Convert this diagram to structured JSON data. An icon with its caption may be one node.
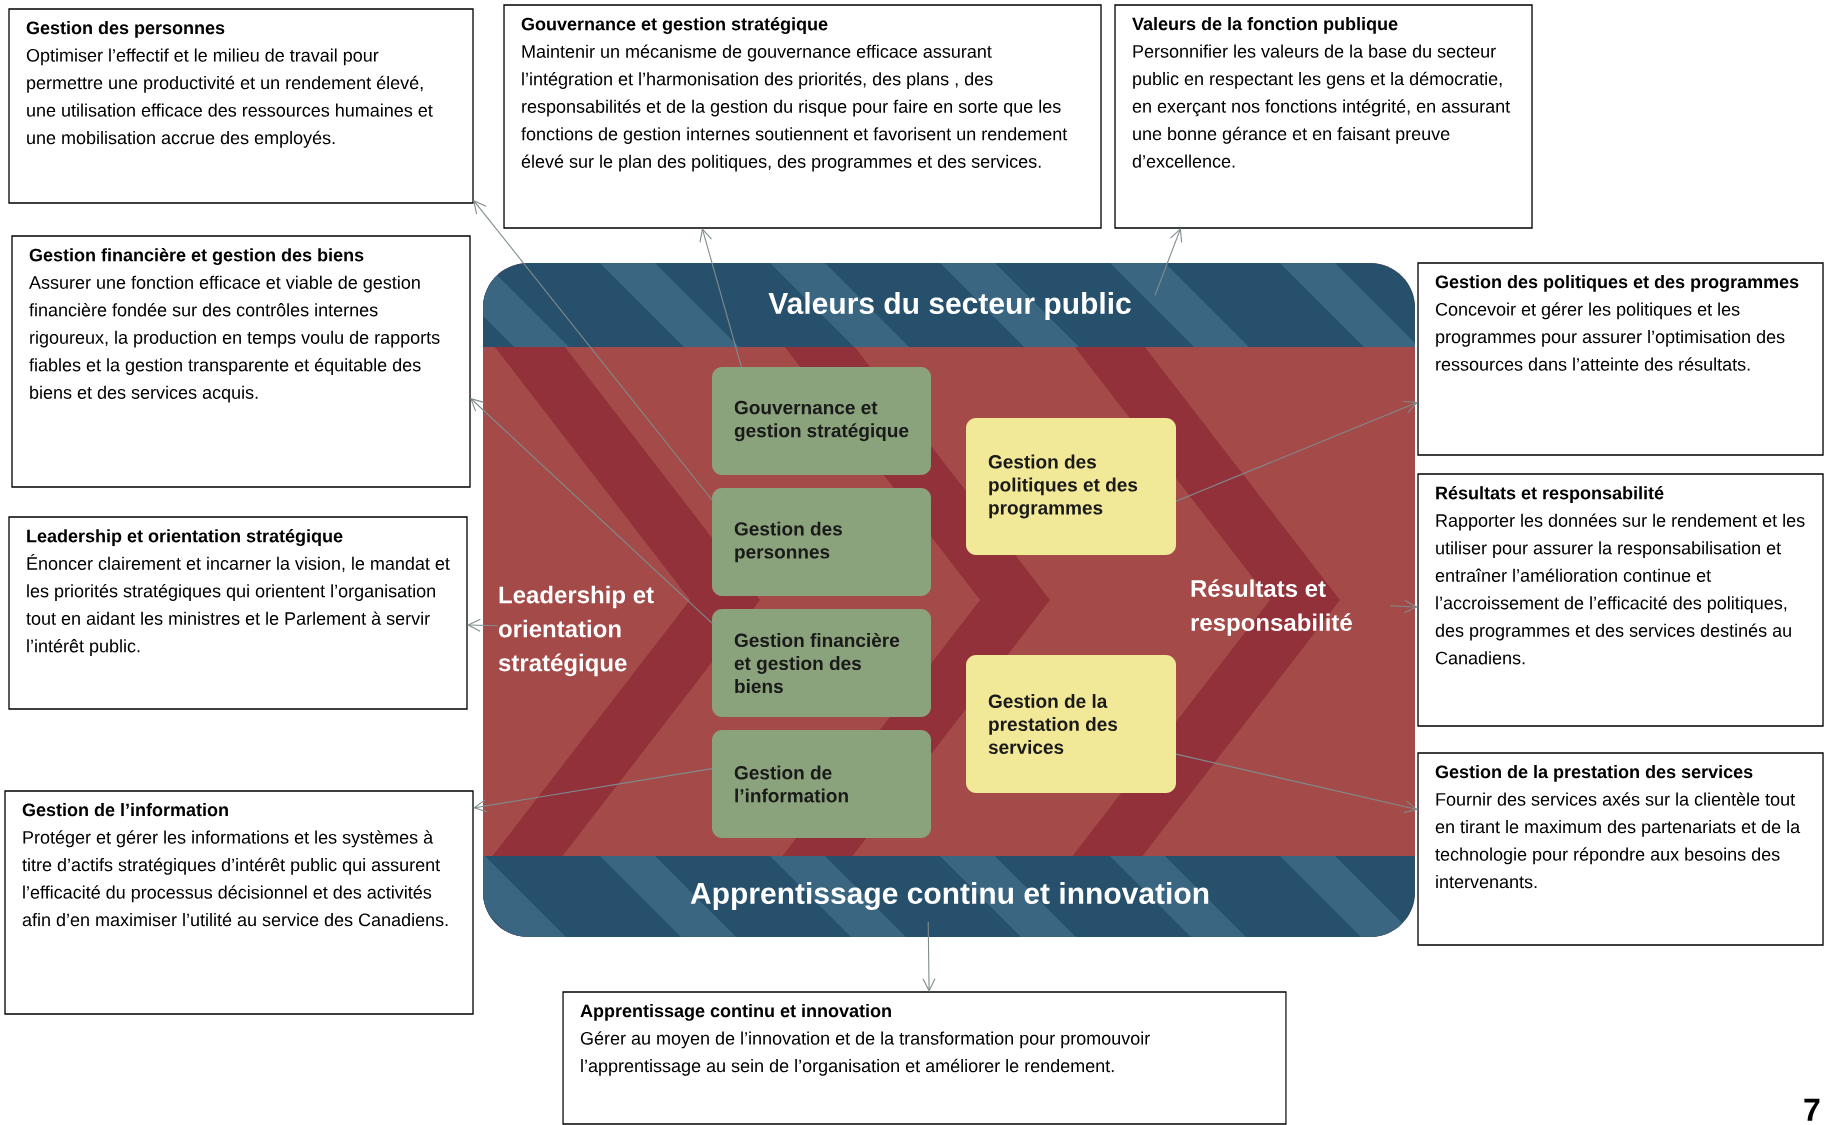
{
  "diagram": {
    "nodes": [
      {
        "text": [
          "Gestion des personnes",
          "Optimiser l’effectif et le milieu de travail pour permettre une productivité et un rendement élevé, une utilisation efficace des ressources humaines et une mobilisation accrue des employés."
        ]
      },
      {
        "text": [
          "Gouvernance et gestion stratégique",
          "Maintenir un mécanisme de gouvernance efficace assurant l’intégration et l’harmonisation des priorités, des plans , des responsabilités et de la gestion du risque pour faire en sorte que les fonctions de gestion internes soutiennent et favorisent un rendement élevé sur le plan des politiques, des programmes et des services."
        ]
      },
      {
        "text": [
          "Valeurs de la fonction publique",
          "Personnifier les valeurs de la base du secteur public en respectant les gens et la démocratie, en exerçant nos fonctions intégrité, en assurant une bonne gérance et en faisant preuve d’excellence."
        ]
      },
      {
        "text": [
          "Gestion financière et gestion des biens",
          "Assurer une fonction efficace et viable de gestion financière fondée sur des contrôles internes rigoureux, la production en temps voulu de rapports fiables et la gestion transparente et équitable des biens et des services acquis."
        ]
      },
      {
        "text": [
          "Gestion des politiques et des programmes",
          "Concevoir et gérer les politiques et les programmes pour assurer l’optimisation des ressources dans l’atteinte des résultats."
        ]
      },
      {
        "text": [
          "Leadership et orientation stratégique",
          "Énoncer clairement et incarner la vision, le mandat et les priorités stratégiques qui orientent l’organisation tout en aidant les ministres et le Parlement à servir l’intérêt public."
        ]
      },
      {
        "text": [
          "Résultats et responsabilité",
          "Rapporter les données sur le rendement et les utiliser pour assurer la responsabilisation et entraîner l’amélioration continue et l’accroissement de l’efficacité des politiques, des programmes et des services destinés au Canadiens."
        ]
      },
      {
        "text": [
          "Gestion de l’information",
          "Protéger et gérer les informations et les systèmes à titre d’actifs stratégiques d’intérêt public qui assurent l’efficacité du processus décisionnel et des activités afin d’en maximiser l’utilité au service des Canadiens."
        ]
      },
      {
        "text": [
          "Gestion de la prestation des services",
          "Fournir des services axés sur la clientèle tout en tirant le maximum des partenariats et de la technologie pour répondre aux besoins des intervenants."
        ]
      },
      {
        "text": [
          "Apprentissage continu et innovation",
          "Gérer au moyen de l’innovation et de la transformation pour promouvoir l’apprentissage au sein de l’organisation et améliorer le rendement."
        ]
      },
      {
        "text": [
          "Valeurs du secteur public"
        ]
      },
      {
        "text": [
          "Gouvernance et gestion stratégique"
        ]
      },
      {
        "text": [
          "Gestion des politiques et des programmes"
        ]
      },
      {
        "text": [
          "Gestion des personnes"
        ]
      },
      {
        "text": [
          "Leadership et orientation stratégique"
        ]
      },
      {
        "text": [
          "Résultats et responsabilité"
        ]
      },
      {
        "text": [
          "Gestion financière et gestion des biens"
        ]
      },
      {
        "text": [
          "Gestion de l’information"
        ]
      },
      {
        "text": [
          "Gestion de la prestation des services"
        ]
      },
      {
        "text": [
          "Apprentissage continu et innovation"
        ]
      }
    ],
    "edges": [
      {
        "from": 10,
        "to": 2,
        "arrow": "to"
      },
      {
        "from": 11,
        "to": 1,
        "arrow": "to"
      },
      {
        "from": 13,
        "to": 0,
        "arrow": "to"
      },
      {
        "from": 16,
        "to": 3,
        "arrow": "to"
      },
      {
        "from": 14,
        "to": 5,
        "arrow": "to"
      },
      {
        "from": 17,
        "to": 7,
        "arrow": "to"
      },
      {
        "from": 12,
        "to": 4,
        "arrow": "to"
      },
      {
        "from": 15,
        "to": 6,
        "arrow": "to"
      },
      {
        "from": 18,
        "to": 8,
        "arrow": "to"
      },
      {
        "from": 19,
        "to": 9,
        "arrow": "to"
      }
    ],
    "labels": [
      "7"
    ]
  }
}
